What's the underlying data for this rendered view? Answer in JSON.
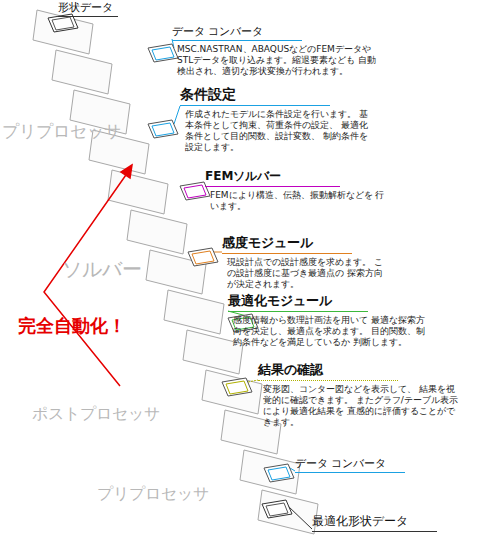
{
  "diagram": {
    "nodes": [
      {
        "text": [
          "形状データ"
        ]
      },
      {
        "text": [
          "データ コンバータ",
          "MSC.NASTRAN、ABAQUSなどのFEMデータや STLデータを取り込みます。縮退要素なども 自動検出され、適切な形状変換が行われます。"
        ]
      },
      {
        "text": [
          "条件設定",
          "作成されたモデルに条件設定を行います。 基本条件として拘束、荷重条件の設定、 最適化条件として目的関数、設計変数、 制約条件を設定します。"
        ]
      },
      {
        "text": [
          "FEMソルバー",
          "FEMにより構造、伝熱、振動解析などを 行います。"
        ]
      },
      {
        "text": [
          "感度モジュール",
          "現設計点での設計感度を求めます。 この設計感度に基づき最適点の 探索方向が決定されます。"
        ]
      },
      {
        "text": [
          "最適化モジュール",
          "感度情報から数理計画法を用いて 最適な探索方向を決定し、最適点を求めます。 目的関数、制約条件などを満足しているか 判断します。"
        ]
      },
      {
        "text": [
          "結果の確認",
          "変形図、コンター図などを表示して、 結果を視覚的に確認できます。 またグラフ/テーブル表示により最適化結果を 直感的に評価することができます。"
        ]
      },
      {
        "text": [
          "データ コンバータ"
        ]
      },
      {
        "text": [
          "最適化形状データ"
        ]
      }
    ],
    "labels": [
      "プリプロセッサ",
      "ソルバー",
      "完全自動化！",
      "ポストプロセッサ",
      "プリプロセッサ"
    ]
  }
}
